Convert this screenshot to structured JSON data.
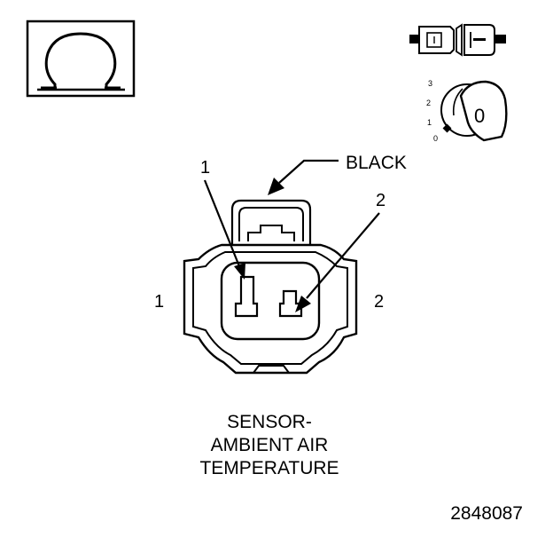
{
  "meter_icon": {
    "symbol": "Ω",
    "icon": "ohm-icon"
  },
  "connector_icon": {
    "icon": "connector-disconnect-icon"
  },
  "ignition_icon": {
    "icon": "ignition-key-icon",
    "positions": [
      "3",
      "2",
      "1",
      "0"
    ],
    "key_label": "0"
  },
  "connector": {
    "color_label": "BLACK",
    "callout_terminal": "2",
    "callout_terminal_1": "1",
    "side_label_left": "1",
    "side_label_right": "2"
  },
  "caption": {
    "line1": "SENSOR-",
    "line2": "AMBIENT AIR",
    "line3": "TEMPERATURE"
  },
  "figure_number": "2848087",
  "colors": {
    "ink": "#000000",
    "paper": "#ffffff"
  }
}
